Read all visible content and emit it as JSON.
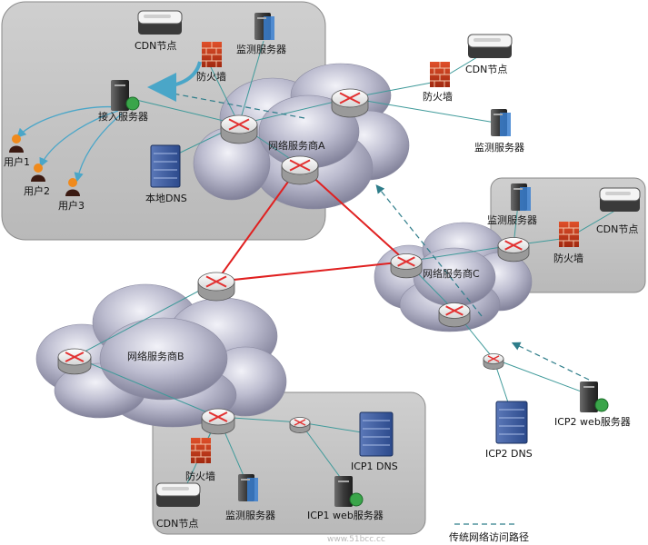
{
  "labels": {
    "isp_a": "网络服务商A",
    "isp_b": "网络服务商B",
    "isp_c": "网络服务商C",
    "cdn_node": "CDN节点",
    "firewall": "防火墙",
    "monitor_server": "监测服务器",
    "access_server": "接入服务器",
    "local_dns": "本地DNS",
    "user1": "用户1",
    "user2": "用户2",
    "user3": "用户3",
    "icp1_dns": "ICP1 DNS",
    "icp1_web": "ICP1 web服务器",
    "icp2_dns": "ICP2 DNS",
    "icp2_web": "ICP2 web服务器"
  },
  "legend": {
    "traditional_path": "传统网络访问路径"
  },
  "watermark": {
    "text": "www.51bcc.cc"
  },
  "colors": {
    "backbone_link": "#e02020",
    "access_link": "#3f9a9a",
    "traditional_path": "#2e7d8a",
    "cdn_redirect_arrow": "#4aa6c8",
    "router_cross": "#e23030"
  }
}
